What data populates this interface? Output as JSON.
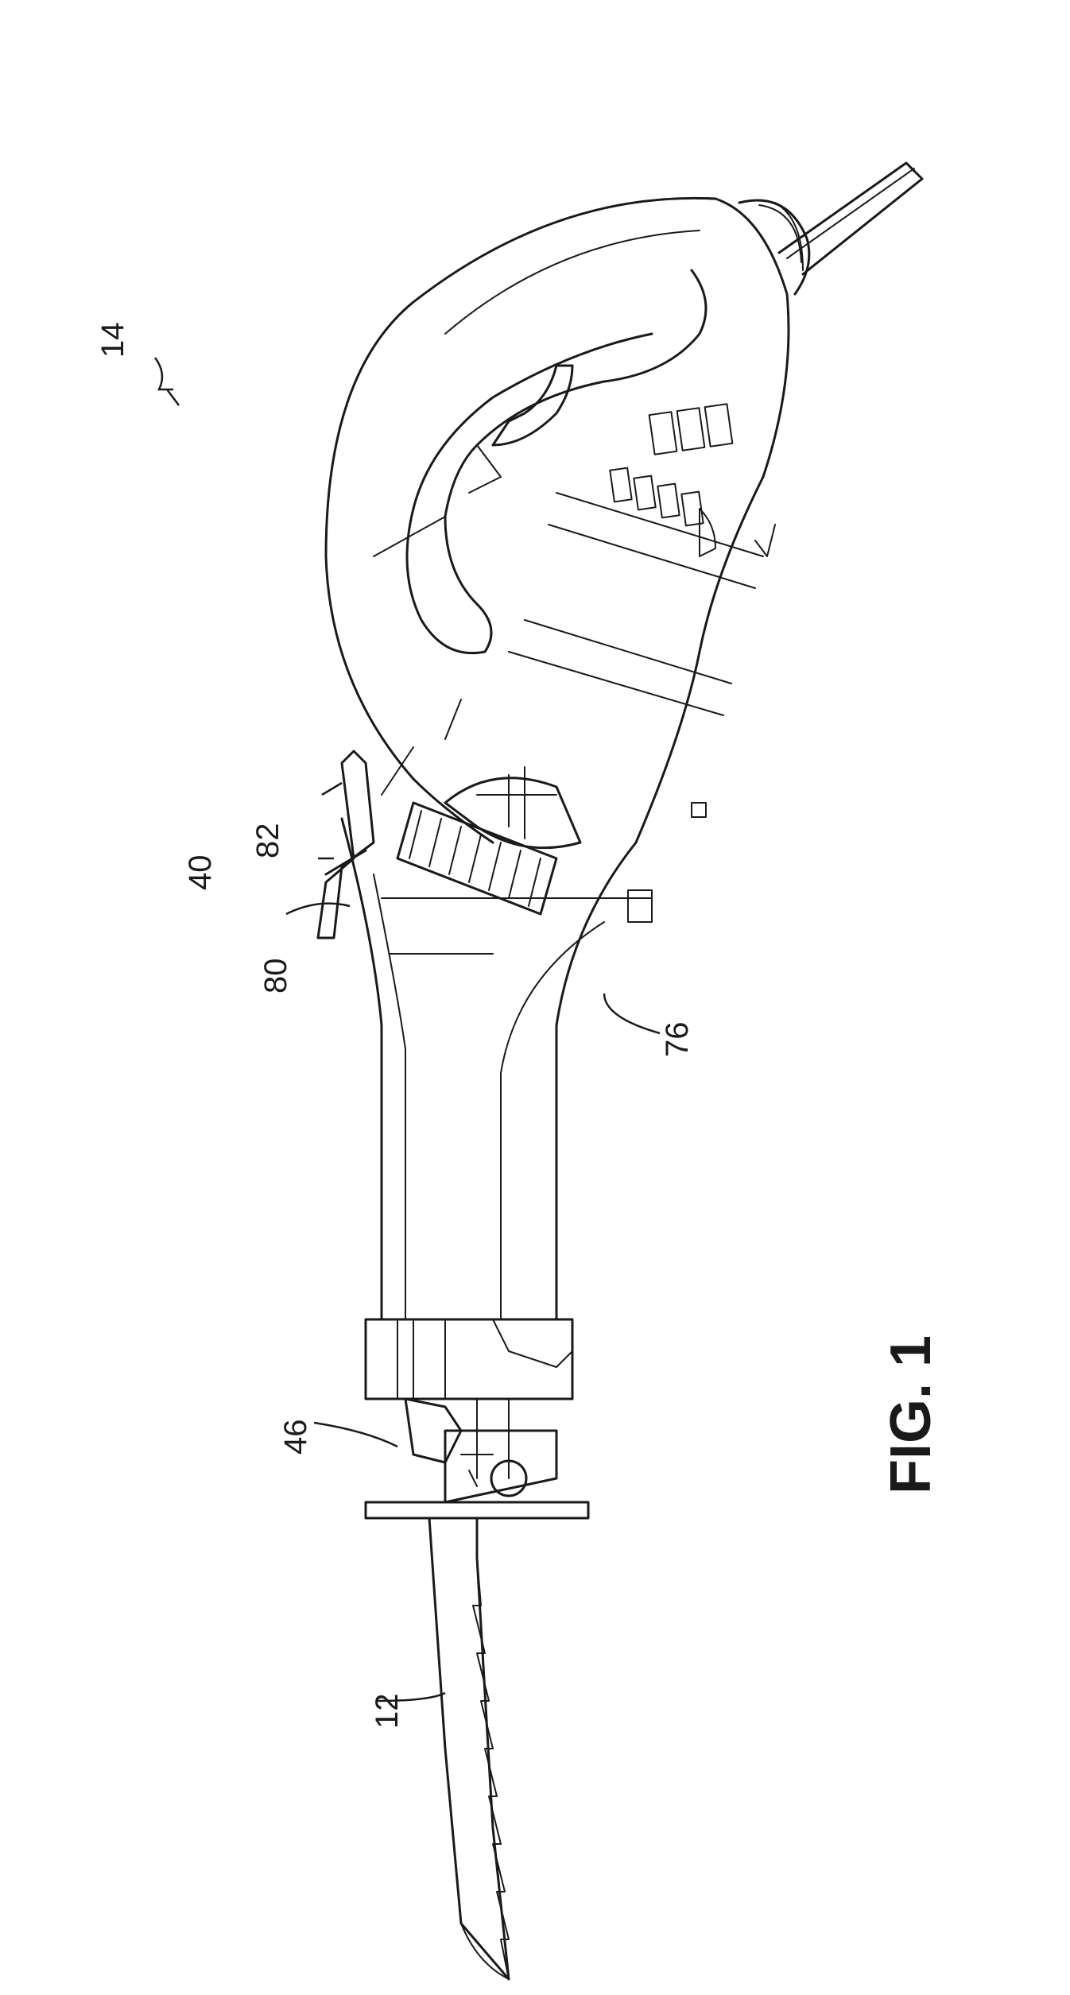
{
  "figure": {
    "caption": "FIG. 1",
    "reference_numerals": {
      "tool": "14",
      "blade": "12",
      "blade_clamp": "46",
      "switch_assembly": "40",
      "switch_part_a": "80",
      "switch_part_b": "82",
      "housing": "76"
    }
  }
}
